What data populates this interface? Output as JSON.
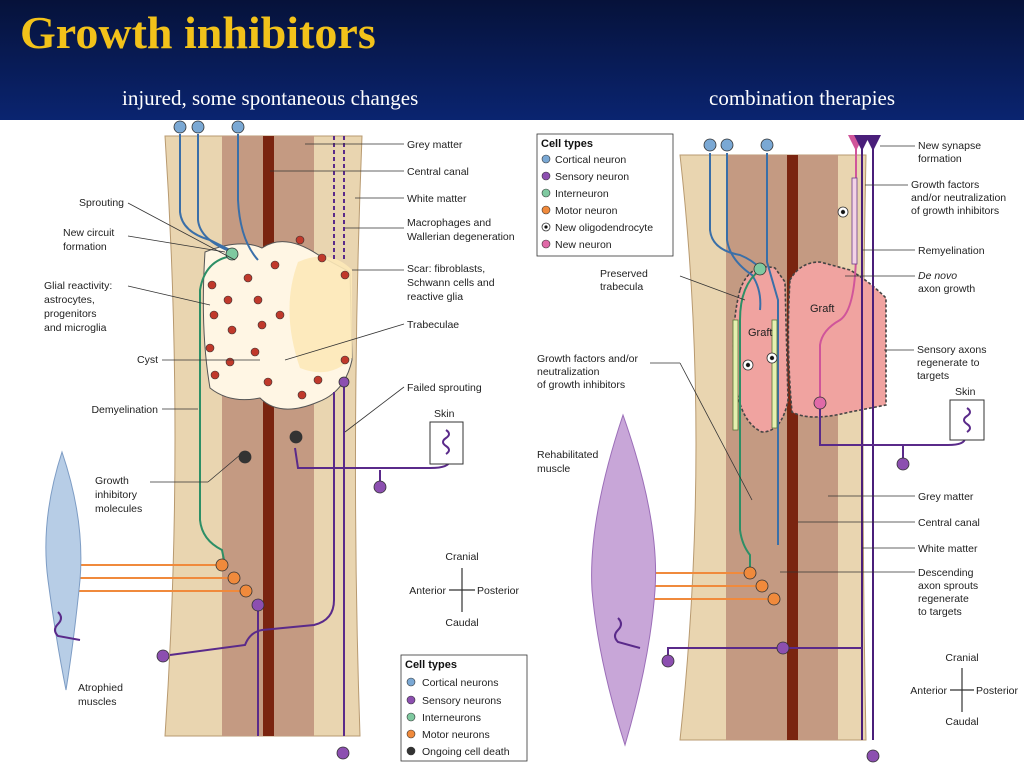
{
  "title": "Growth inhibitors",
  "subtitle_left": "injured, some spontaneous changes",
  "subtitle_right": "combination therapies",
  "colors": {
    "header_bg": "#0a2470",
    "title": "#f2c21a",
    "white_matter": "#e9d5b0",
    "grey_matter": "#c49a82",
    "central_canal": "#7a2410",
    "cortical": "#7aa8d4",
    "sensory": "#8c4fb0",
    "interneuron": "#7fc9a0",
    "motor": "#f08a3c",
    "new_neuron": "#e06aa8",
    "graft": "#f0a3a0"
  },
  "left_panel": {
    "labels": {
      "grey_matter": "Grey matter",
      "central_canal": "Central canal",
      "white_matter": "White matter",
      "macrophages_1": "Macrophages and",
      "macrophages_2": "Wallerian degeneration",
      "scar_1": "Scar: fibroblasts,",
      "scar_2": "Schwann cells and",
      "scar_3": "reactive glia",
      "trabeculae": "Trabeculae",
      "failed_sprouting": "Failed sprouting",
      "skin": "Skin",
      "sprouting": "Sprouting",
      "new_circuit_1": "New circuit",
      "new_circuit_2": "formation",
      "glial_1": "Glial reactivity:",
      "glial_2": "astrocytes,",
      "glial_3": "progenitors",
      "glial_4": "and microglia",
      "cyst": "Cyst",
      "demyelination": "Demyelination",
      "growth_inh_1": "Growth",
      "growth_inh_2": "inhibitory",
      "growth_inh_3": "molecules",
      "atrophied_1": "Atrophied",
      "atrophied_2": "muscles"
    },
    "compass": {
      "top": "Cranial",
      "left": "Anterior",
      "right": "Posterior",
      "bottom": "Caudal"
    },
    "legend": {
      "title": "Cell types",
      "items": [
        "Cortical neurons",
        "Sensory neurons",
        "Interneurons",
        "Motor neurons",
        "Ongoing cell death"
      ]
    }
  },
  "right_panel": {
    "legend": {
      "title": "Cell types",
      "items": [
        "Cortical neuron",
        "Sensory neuron",
        "Interneuron",
        "Motor neuron",
        "New oligodendrocyte",
        "New neuron"
      ]
    },
    "labels": {
      "new_synapse_1": "New synapse",
      "new_synapse_2": "formation",
      "gf_1": "Growth factors",
      "gf_2": "and/or neutralization",
      "gf_3": "of growth inhibitors",
      "remyelination": "Remyelination",
      "de_novo_1": "De novo",
      "de_novo_2": "axon growth",
      "preserved_1": "Preserved",
      "preserved_2": "trabecula",
      "graft": "Graft",
      "sensory_regen_1": "Sensory axons",
      "sensory_regen_2": "regenerate to",
      "sensory_regen_3": "targets",
      "gf_left_1": "Growth factors and/or",
      "gf_left_2": "neutralization",
      "gf_left_3": "of growth inhibitors",
      "skin": "Skin",
      "rehab_1": "Rehabilitated",
      "rehab_2": "muscle",
      "grey_matter": "Grey matter",
      "central_canal": "Central canal",
      "white_matter": "White matter",
      "desc_1": "Descending",
      "desc_2": "axon sprouts",
      "desc_3": "regenerate",
      "desc_4": "to targets"
    },
    "compass": {
      "top": "Cranial",
      "left": "Anterior",
      "right": "Posterior",
      "bottom": "Caudal"
    }
  }
}
